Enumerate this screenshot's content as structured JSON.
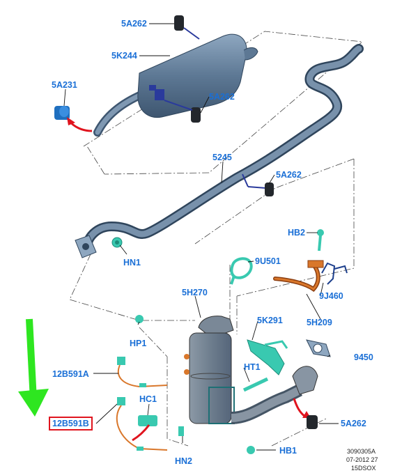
{
  "callouts": {
    "c_5A262_top": "5A262",
    "c_5K244": "5K244",
    "c_5A231": "5A231",
    "c_5A262_mid": "5A262",
    "c_5245": "5245",
    "c_5A262_pipe": "5A262",
    "c_HN1": "HN1",
    "c_HB2": "HB2",
    "c_9U501": "9U501",
    "c_5H270": "5H270",
    "c_9J460": "9J460",
    "c_5H209": "5H209",
    "c_5K291": "5K291",
    "c_HP1": "HP1",
    "c_9450": "9450",
    "c_12B591A": "12B591A",
    "c_HT1": "HT1",
    "c_HC1": "HC1",
    "c_12B591B": "12B591B",
    "c_5A262_bottom": "5A262",
    "c_HN2": "HN2",
    "c_HB1": "HB1"
  },
  "footer": {
    "ref": "3090305A",
    "date": "07-2012 27",
    "code": "15DSOX"
  },
  "colors": {
    "callout_text": "#1a6fd6",
    "highlight_box": "#e0141e",
    "pointer_arrow": "#2ee620",
    "part_steel": "#5d7894",
    "part_connector": "#39c9b0",
    "sensor_wire": "#d9772b"
  },
  "icons": {
    "pointer": "green-down-arrow-icon",
    "direction": "red-curved-arrow-icon"
  }
}
